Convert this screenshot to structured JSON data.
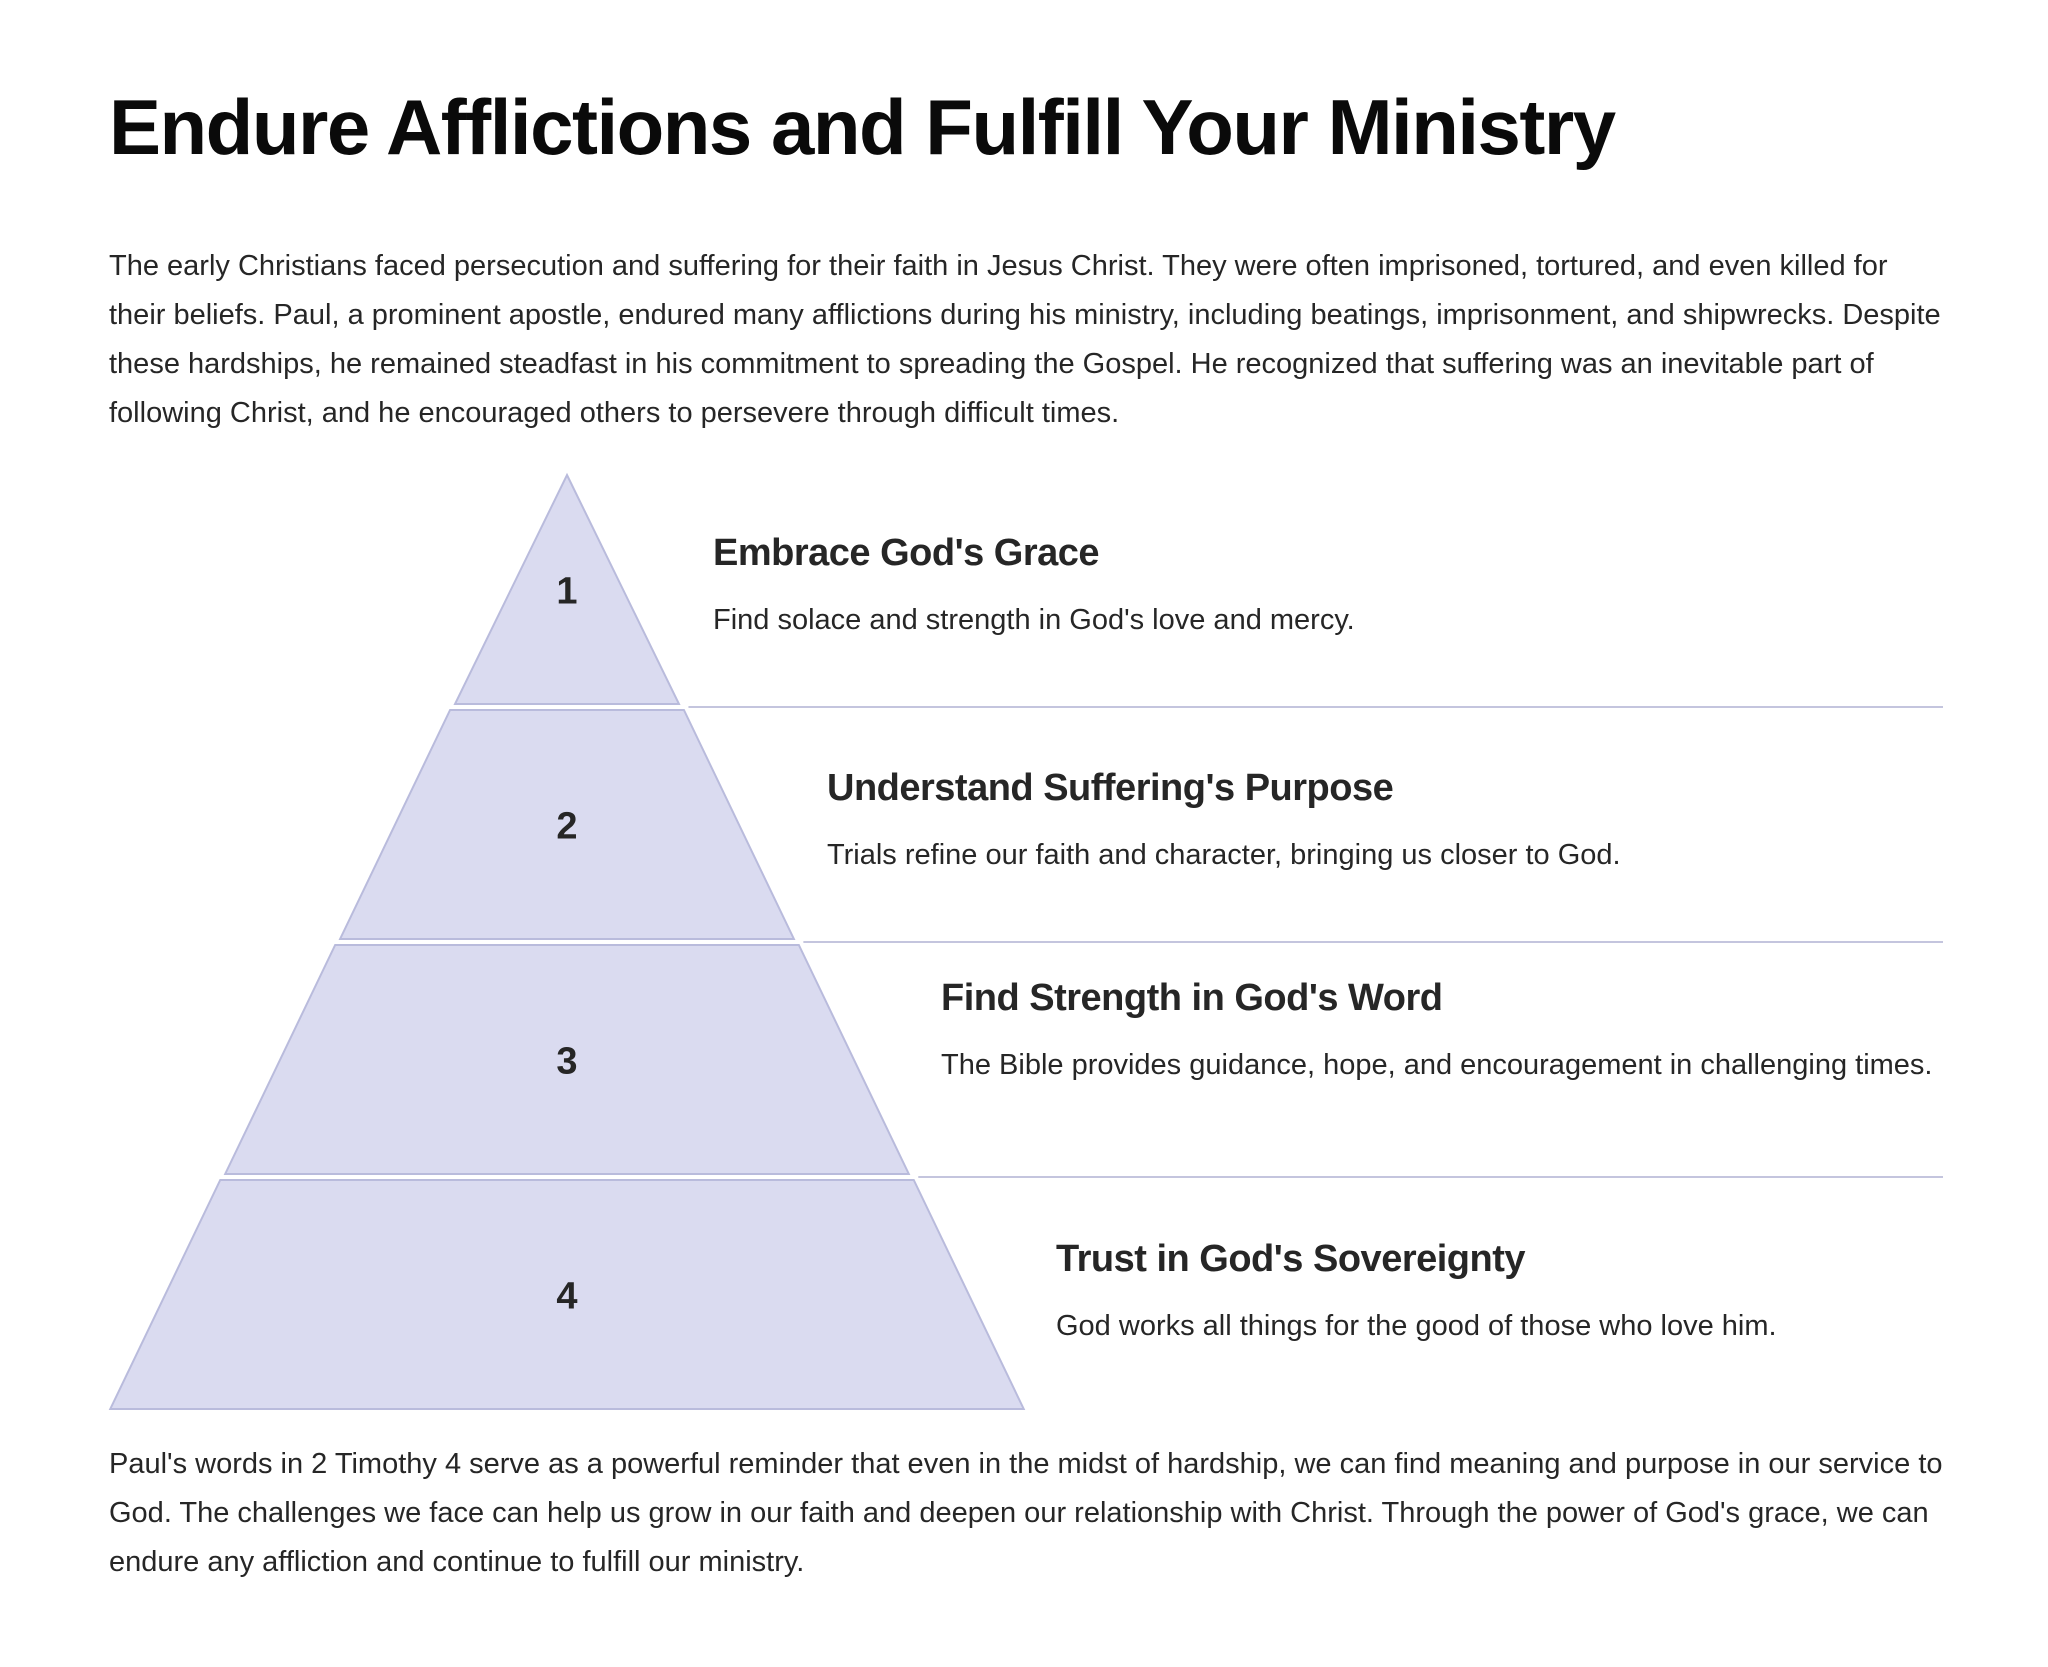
{
  "title": "Endure Afflictions and Fulfill Your Ministry",
  "intro": "The early Christians faced persecution and suffering for their faith in Jesus Christ. They were often imprisoned, tortured, and even killed for their beliefs. Paul, a prominent apostle, endured many afflictions during his ministry, including beatings, imprisonment, and shipwrecks. Despite these hardships, he remained steadfast in his commitment to spreading the Gospel. He recognized that suffering was an inevitable part of following Christ, and he encouraged others to persevere through difficult times.",
  "colors": {
    "fill": "#dadbf0",
    "stroke": "#b9bbdc",
    "divider": "#c4c5de"
  },
  "levels": [
    {
      "number": "1",
      "heading": "Embrace God's Grace",
      "description": "Find solace and strength in God's love and mercy."
    },
    {
      "number": "2",
      "heading": "Understand Suffering's Purpose",
      "description": "Trials refine our faith and character, bringing us closer to God."
    },
    {
      "number": "3",
      "heading": "Find Strength in God's Word",
      "description": "The Bible provides guidance, hope, and encouragement in challenging times."
    },
    {
      "number": "4",
      "heading": "Trust in God's Sovereignty",
      "description": "God works all things for the good of those who love him."
    }
  ],
  "outro": "Paul's words in 2 Timothy 4 serve as a powerful reminder that even in the midst of hardship, we can find meaning and purpose in our service to God. The challenges we face can help us grow in our faith and deepen our relationship with Christ. Through the power of God's grace, we can endure any affliction and continue to fulfill our ministry."
}
